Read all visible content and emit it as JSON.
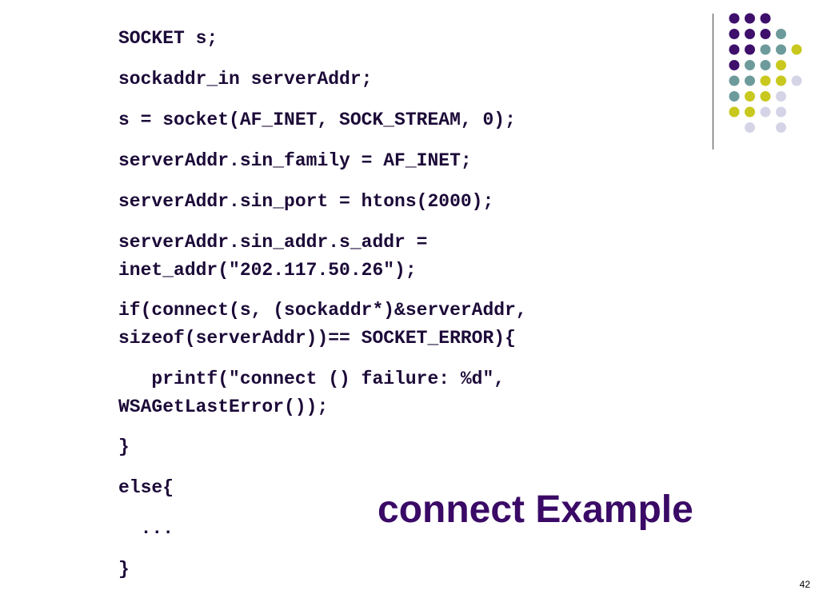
{
  "slide": {
    "title": "connect Example",
    "page_number": "42"
  },
  "code": [
    "SOCKET s;",
    "sockaddr_in serverAddr;",
    "s = socket(AF_INET, SOCK_STREAM, 0);",
    "serverAddr.sin_family = AF_INET;",
    "serverAddr.sin_port = htons(2000);",
    "serverAddr.sin_addr.s_addr =",
    "inet_addr(\"202.117.50.26\");",
    "if(connect(s, (sockaddr*)&serverAddr,",
    "sizeof(serverAddr))== SOCKET_ERROR){",
    "   printf(\"connect () failure: %d\",",
    "WSAGetLastError());",
    "}",
    "else{",
    "  ...",
    "}"
  ],
  "colors": {
    "text": "#1c0a38",
    "title": "#3a0a66",
    "purple": "#3e0f6b",
    "teal": "#6d9b9b",
    "olive": "#c8c81e",
    "lavender": "#d4d4e6",
    "divider": "#444444"
  },
  "decoration": {
    "dots": [
      [
        "purple",
        "purple",
        "purple",
        "",
        ""
      ],
      [
        "purple",
        "purple",
        "purple",
        "teal",
        ""
      ],
      [
        "purple",
        "purple",
        "teal",
        "teal",
        "olive"
      ],
      [
        "purple",
        "teal",
        "teal",
        "olive",
        ""
      ],
      [
        "teal",
        "teal",
        "olive",
        "olive",
        "lavender"
      ],
      [
        "teal",
        "olive",
        "olive",
        "lavender",
        ""
      ],
      [
        "olive",
        "olive",
        "lavender",
        "lavender",
        ""
      ],
      [
        "",
        "lavender",
        "",
        "lavender",
        ""
      ]
    ]
  }
}
